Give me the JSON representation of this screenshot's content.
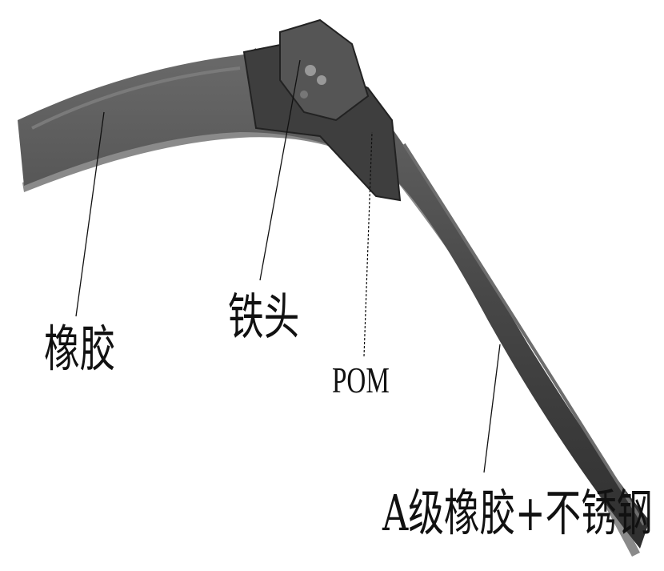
{
  "title": "Wiper blade components",
  "labels": {
    "rubber": "橡胶",
    "iron_head": "铁头",
    "pom": "POM",
    "blade": "A级橡胶+不锈钢"
  },
  "colors": {
    "blade": "#4a4a4a",
    "text": "#111111"
  }
}
